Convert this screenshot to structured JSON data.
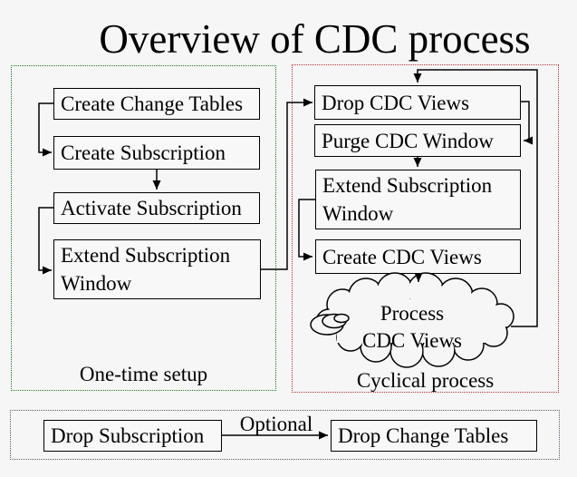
{
  "title": "Overview of CDC process",
  "colors": {
    "background": "#f6f6f6",
    "setup_group_border": "#1f7a1f",
    "cyclical_group_border": "#b23333",
    "optional_group_border": "#5a5a6e",
    "node_border": "#000000",
    "line": "#000000"
  },
  "setup": {
    "label": "One-time setup",
    "boxes": [
      {
        "label": "Create Change Tables"
      },
      {
        "label": "Create Subscription"
      },
      {
        "label": "Activate Subscription"
      },
      {
        "label_line1": "Extend Subscription",
        "label_line2": "Window"
      }
    ]
  },
  "cyclical": {
    "label": "Cyclical process",
    "boxes": [
      {
        "label": "Drop CDC Views"
      },
      {
        "label": "Purge CDC Window"
      },
      {
        "label_line1": "Extend Subscription",
        "label_line2": "Window"
      },
      {
        "label": "Create CDC Views"
      }
    ],
    "cloud": {
      "line1": "Process",
      "line2": "CDC Views"
    }
  },
  "optional": {
    "connector_label": "Optional",
    "boxes": [
      {
        "label": "Drop Subscription"
      },
      {
        "label": "Drop Change Tables"
      }
    ]
  }
}
